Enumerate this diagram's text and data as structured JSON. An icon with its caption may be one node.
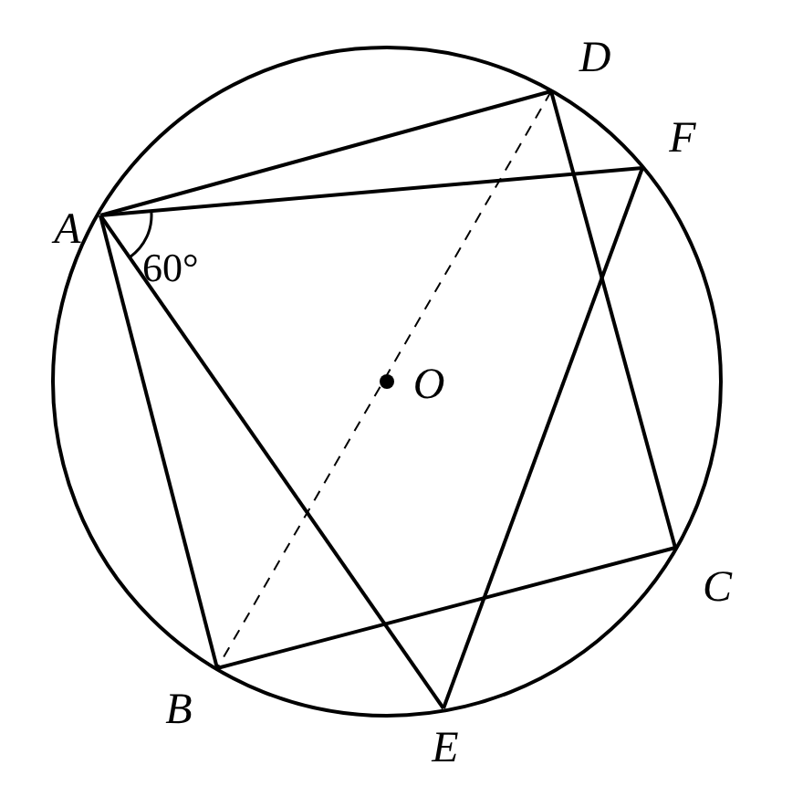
{
  "diagram": {
    "nodes": [
      {
        "text": [
          "A"
        ]
      },
      {
        "text": [
          "D"
        ]
      },
      {
        "text": [
          "F"
        ]
      },
      {
        "text": [
          "O"
        ]
      },
      {
        "text": [
          "C"
        ]
      },
      {
        "text": [
          "B"
        ]
      },
      {
        "text": [
          "E"
        ]
      }
    ],
    "edges": [
      {
        "from": 0,
        "to": 1,
        "arrow": "none"
      },
      {
        "from": 0,
        "to": 2,
        "arrow": "none"
      },
      {
        "from": 0,
        "to": 5,
        "arrow": "none"
      },
      {
        "from": 0,
        "to": 6,
        "arrow": "none"
      },
      {
        "from": 1,
        "to": 4,
        "arrow": "none"
      },
      {
        "from": 1,
        "to": 5,
        "arrow": "none",
        "style": "dashed"
      },
      {
        "from": 2,
        "to": 6,
        "arrow": "none"
      },
      {
        "from": 5,
        "to": 4,
        "arrow": "none"
      }
    ],
    "labels": [
      "60°"
    ]
  }
}
